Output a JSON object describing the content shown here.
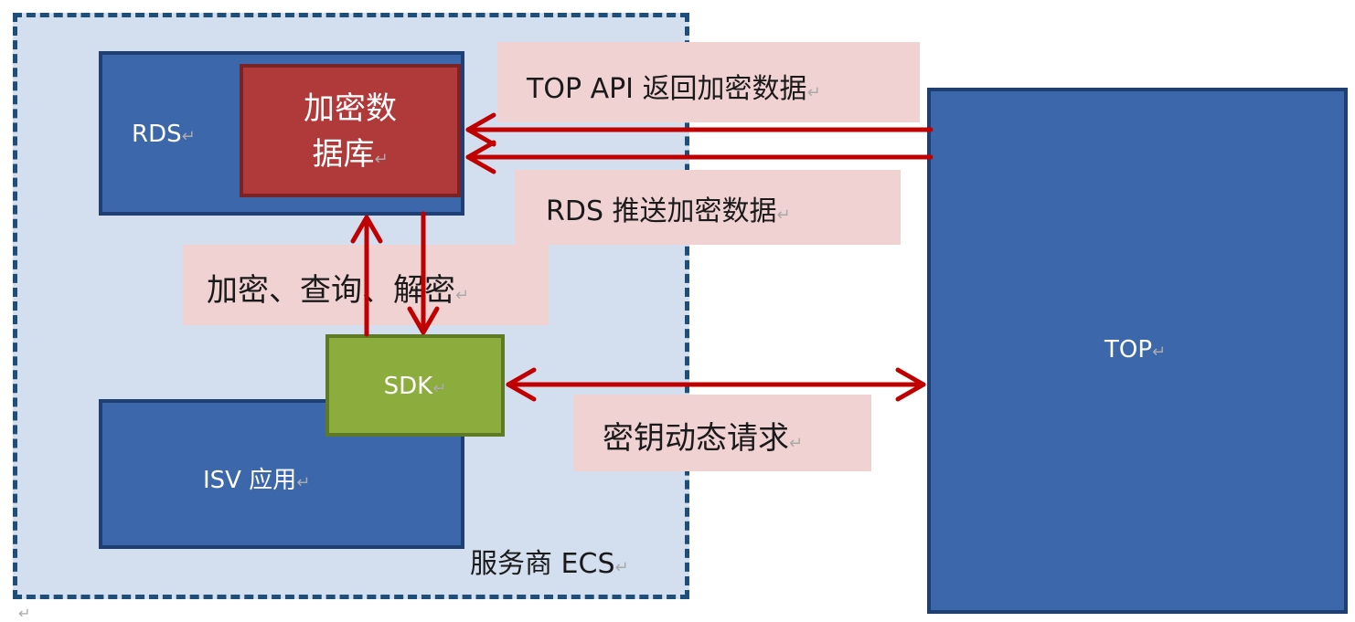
{
  "diagram": {
    "ecs_label": "服务商 ECS",
    "rds_label": "RDS",
    "encrypted_db_line1": "加密数",
    "encrypted_db_line2": "据库",
    "isv_label": "ISV  应用",
    "sdk_label": "SDK",
    "top_label": "TOP",
    "edge_top_api": "TOP API 返回加密数据",
    "edge_rds_push": "RDS 推送加密数据",
    "edge_encrypt_query": "加密、查询、解密",
    "edge_key_request": "密钥动态请求",
    "return_mark": "↵",
    "colors": {
      "arrow": "#c00000",
      "label_bg": "#f0d2d2",
      "box_blue": "#3c67ab",
      "db_red": "#b03a3a",
      "sdk_green": "#8cad3d",
      "ecs_bg": "#d3dfef"
    }
  }
}
